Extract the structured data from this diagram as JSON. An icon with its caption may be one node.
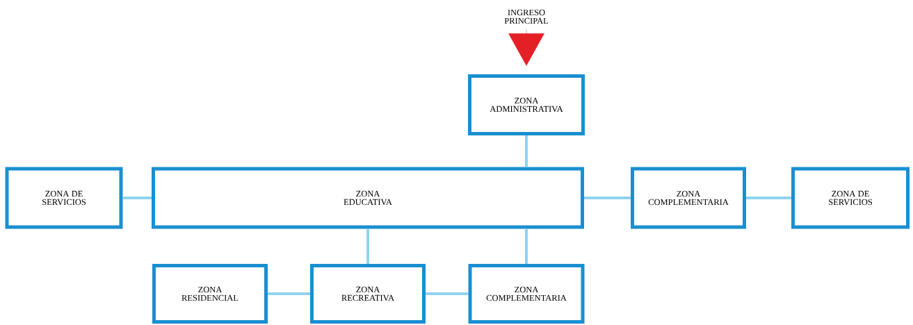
{
  "diagram": {
    "nodes": [
      {
        "text": [
          "INGRESO PRINCIPAL"
        ]
      },
      {
        "text": [
          "ZONA ADMINISTRATIVA"
        ]
      },
      {
        "text": [
          "ZONA DE SERVICIOS"
        ]
      },
      {
        "text": [
          "ZONA EDUCATIVA"
        ]
      },
      {
        "text": [
          "ZONA COMPLEMENTARIA"
        ]
      },
      {
        "text": [
          "ZONA DE SERVICIOS"
        ]
      },
      {
        "text": [
          "ZONA RESIDENCIAL"
        ]
      },
      {
        "text": [
          "ZONA RECREATIVA"
        ]
      },
      {
        "text": [
          "ZONA COMPLEMENTARIA"
        ]
      }
    ],
    "edges": [
      {
        "from": 0,
        "to": 1,
        "arrow": "to",
        "color": "#e41f26"
      },
      {
        "from": 1,
        "to": 3,
        "arrow": "none"
      },
      {
        "from": 2,
        "to": 3,
        "arrow": "none"
      },
      {
        "from": 3,
        "to": 4,
        "arrow": "none"
      },
      {
        "from": 4,
        "to": 5,
        "arrow": "none"
      },
      {
        "from": 3,
        "to": 7,
        "arrow": "none"
      },
      {
        "from": 3,
        "to": 8,
        "arrow": "none"
      },
      {
        "from": 6,
        "to": 7,
        "arrow": "none"
      },
      {
        "from": 7,
        "to": 8,
        "arrow": "none"
      }
    ]
  }
}
